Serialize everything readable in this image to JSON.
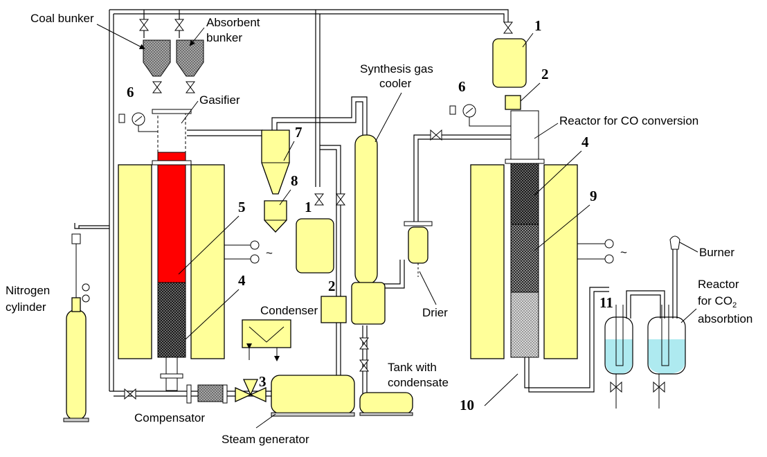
{
  "labels": {
    "coal_bunker": "Coal bunker",
    "absorbent_bunker_1": "Absorbent",
    "absorbent_bunker_2": "bunker",
    "gasifier": "Gasifier",
    "synthesis_cooler_1": "Synthesis gas",
    "synthesis_cooler_2": "cooler",
    "reactor_co": "Reactor for CO conversion",
    "burner": "Burner",
    "reactor_co2_1": "Reactor",
    "reactor_co2_2": "for CO",
    "reactor_co2_sub": "2",
    "reactor_co2_3": "absorbtion",
    "nitrogen_1": "Nitrogen",
    "nitrogen_2": "cylinder",
    "condenser": "Condenser",
    "drier": "Drier",
    "tank_1": "Tank with",
    "tank_2": "condensate",
    "compensator": "Compensator",
    "steam_generator": "Steam generator",
    "tilde_1": "~",
    "tilde_2": "~"
  },
  "numbers": {
    "n1_top": "1",
    "n2_top": "2",
    "n6_right": "6",
    "n4_right": "4",
    "n9": "9",
    "n6_left": "6",
    "n7": "7",
    "n8": "8",
    "n5": "5",
    "n4_left": "4",
    "n1_mid": "1",
    "n2_mid": "2",
    "n3": "3",
    "n11": "11",
    "n10": "10"
  },
  "colors": {
    "equipment": "#ffff99",
    "hot_bed": "#ff0000",
    "absorbent_liquid": "#aeeaf0"
  }
}
